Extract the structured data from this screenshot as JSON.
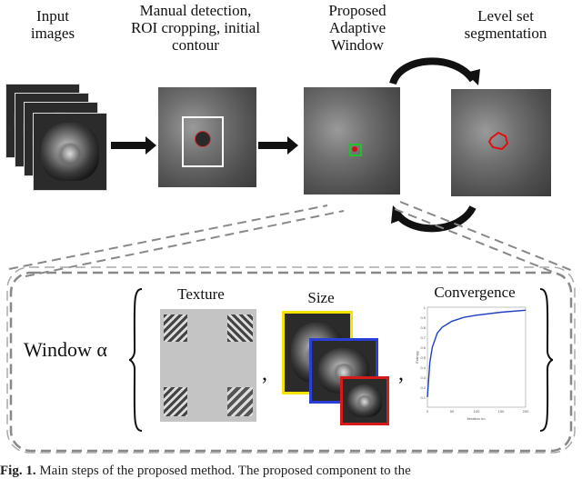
{
  "stages": [
    {
      "label": "Input images"
    },
    {
      "label": "Manual detection, ROI cropping, initial contour"
    },
    {
      "label": "Proposed Adaptive Window"
    },
    {
      "label": "Level set segmentation"
    }
  ],
  "detail": {
    "window_label": "Window α",
    "columns": [
      {
        "title": "Texture"
      },
      {
        "title": "Size"
      },
      {
        "title": "Convergence"
      }
    ],
    "separator": ","
  },
  "convergence_plot": {
    "type": "line",
    "x": [
      0,
      5,
      10,
      20,
      30,
      50,
      75,
      100,
      150,
      200
    ],
    "y": [
      0.1,
      0.45,
      0.6,
      0.74,
      0.8,
      0.86,
      0.9,
      0.92,
      0.95,
      0.97
    ],
    "xlim": [
      0,
      200
    ],
    "ylim": [
      0,
      1
    ],
    "xticks": [
      "0",
      "50",
      "100",
      "150",
      "200"
    ],
    "yticks": [
      "0.1",
      "0.2",
      "0.3",
      "0.4",
      "0.5",
      "0.6",
      "0.7",
      "0.8",
      "0.9",
      "1"
    ],
    "xlabel": "Iteration no.",
    "ylabel": "Entropy",
    "line_color": "#1f3fbf"
  },
  "colors": {
    "roi_box": "#ffffff",
    "window_box": "#22c02a",
    "contour": "#e01010",
    "size_frames": [
      "#f5e400",
      "#2a3fd6",
      "#d61b1b"
    ]
  },
  "caption": {
    "bold": "Fig. 1.",
    "text": "Main steps of the proposed method. The proposed component to the"
  }
}
